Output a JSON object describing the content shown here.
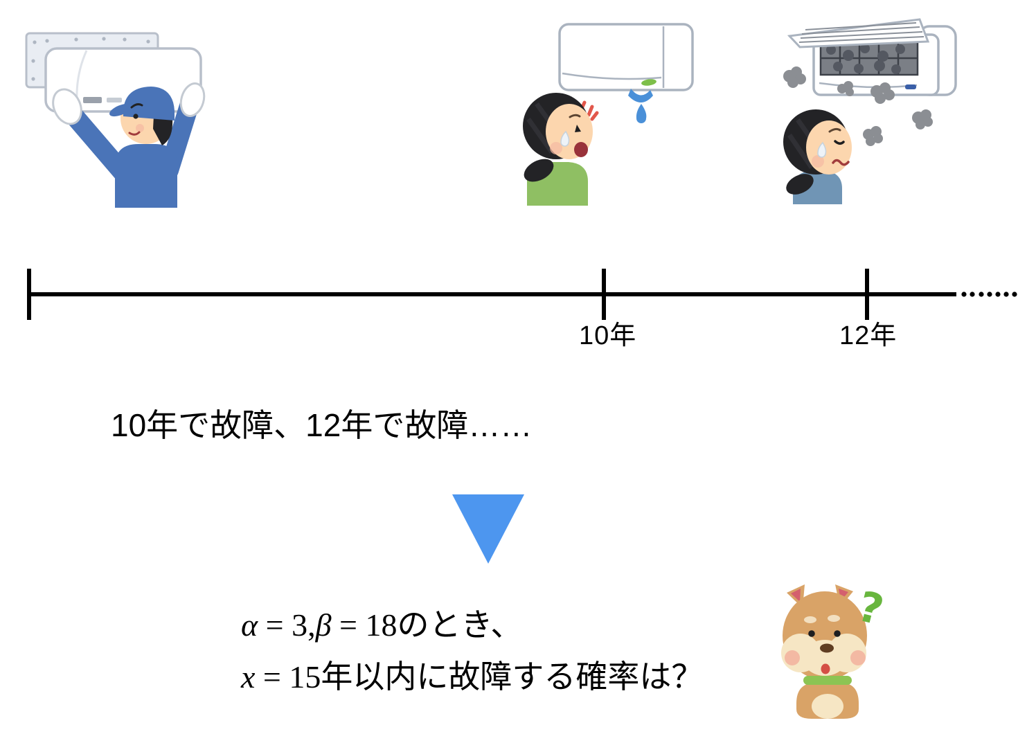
{
  "scene": {
    "background": "#ffffff",
    "description": "air-conditioner-lifetime-failure-timeline-slide"
  },
  "timeline": {
    "line_color": "#000000",
    "tick_labels": [
      {
        "text": "10年"
      },
      {
        "text": "12年"
      }
    ]
  },
  "caption": {
    "text": "10年で故障、12年で故障……"
  },
  "arrow": {
    "shape": "down-triangle",
    "color": "#4d96ef"
  },
  "problem": {
    "line1": {
      "alpha": "α",
      "alpha_value": " = 3,",
      "beta": "β",
      "beta_value": " = 18",
      "suffix": "のとき、"
    },
    "line2": {
      "x": "x",
      "x_value": " = 15",
      "suffix": "年以内に故障する確率は？"
    }
  },
  "illustrations": {
    "installer": {
      "label": "air-conditioner-installation-worker"
    },
    "leaking": {
      "label": "woman-surprised-by-leaking-air-conditioner"
    },
    "dusty": {
      "label": "woman-troubled-by-dusty-air-conditioner"
    },
    "dog": {
      "label": "confused-shiba-inu",
      "question_mark": "?"
    }
  }
}
